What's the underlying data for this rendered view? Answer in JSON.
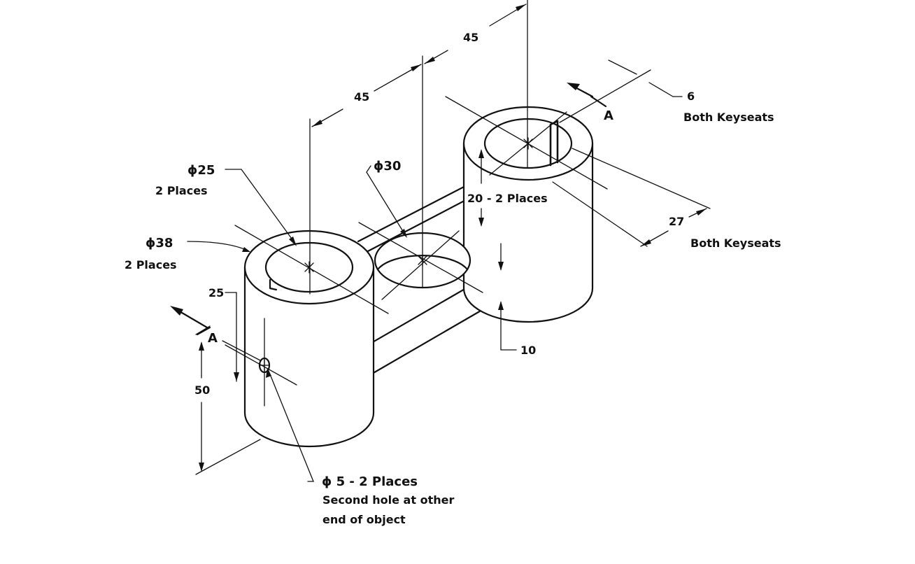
{
  "labels": {
    "dim_45_top": "45",
    "dim_45_mid": "45",
    "dia_25": "ϕ25",
    "dia_25_places": "2 Places",
    "dia_30": "ϕ30",
    "dia_38": "ϕ38",
    "dia_38_places": "2 Places",
    "dim_20": "20 - 2 Places",
    "dim_6": "6",
    "keyseats_1": "Both Keyseats",
    "dim_27": "27",
    "keyseats_2": "Both Keyseats",
    "section_a_right": "A",
    "section_a_left": "A",
    "dim_25": "25",
    "dim_50": "50",
    "dim_10": "10",
    "hole_dia": "ϕ 5 - 2 Places",
    "hole_note_1": "Second hole at other",
    "hole_note_2": "end  of object"
  },
  "colors": {
    "line": "#111111",
    "background": "#ffffff"
  }
}
